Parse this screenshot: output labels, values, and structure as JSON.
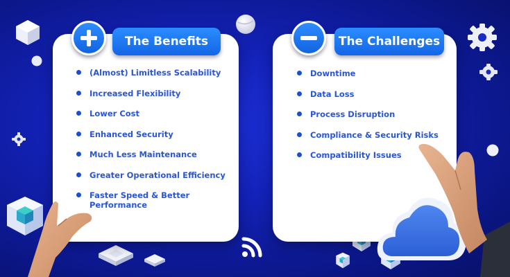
{
  "benefits": {
    "title": "The Benefits",
    "icon": "plus-icon",
    "items": [
      "(Almost) Limitless Scalability",
      "Increased Flexibility",
      "Lower Cost",
      "Enhanced Security",
      "Much Less Maintenance",
      "Greater Operational Efficiency",
      "Faster Speed & Better Performance"
    ]
  },
  "challenges": {
    "title": "The Challenges",
    "icon": "minus-icon",
    "items": [
      "Downtime",
      "Data Loss",
      "Process Disruption",
      "Compliance & Security Risks",
      "Compatibility Issues"
    ]
  },
  "colors": {
    "background": "#1322b8",
    "accent": "#1a6ff0",
    "text": "#2a56d6",
    "card": "#ffffff"
  }
}
